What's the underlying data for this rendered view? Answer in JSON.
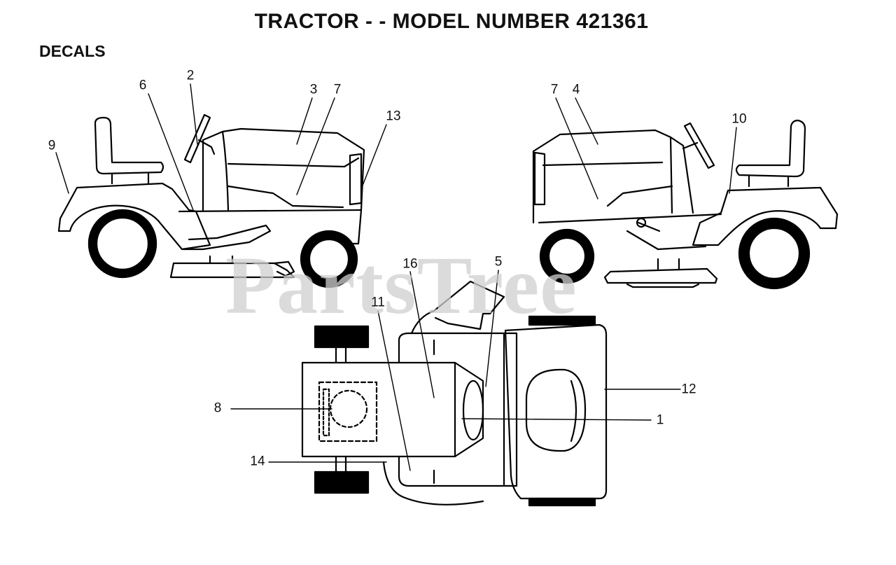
{
  "title": "TRACTOR - - MODEL NUMBER 421361",
  "section": "DECALS",
  "watermark": "PartsTree",
  "callouts": [
    "1",
    "2",
    "3",
    "4",
    "5",
    "6",
    "7",
    "8",
    "9",
    "10",
    "11",
    "12",
    "13",
    "14",
    "16"
  ]
}
